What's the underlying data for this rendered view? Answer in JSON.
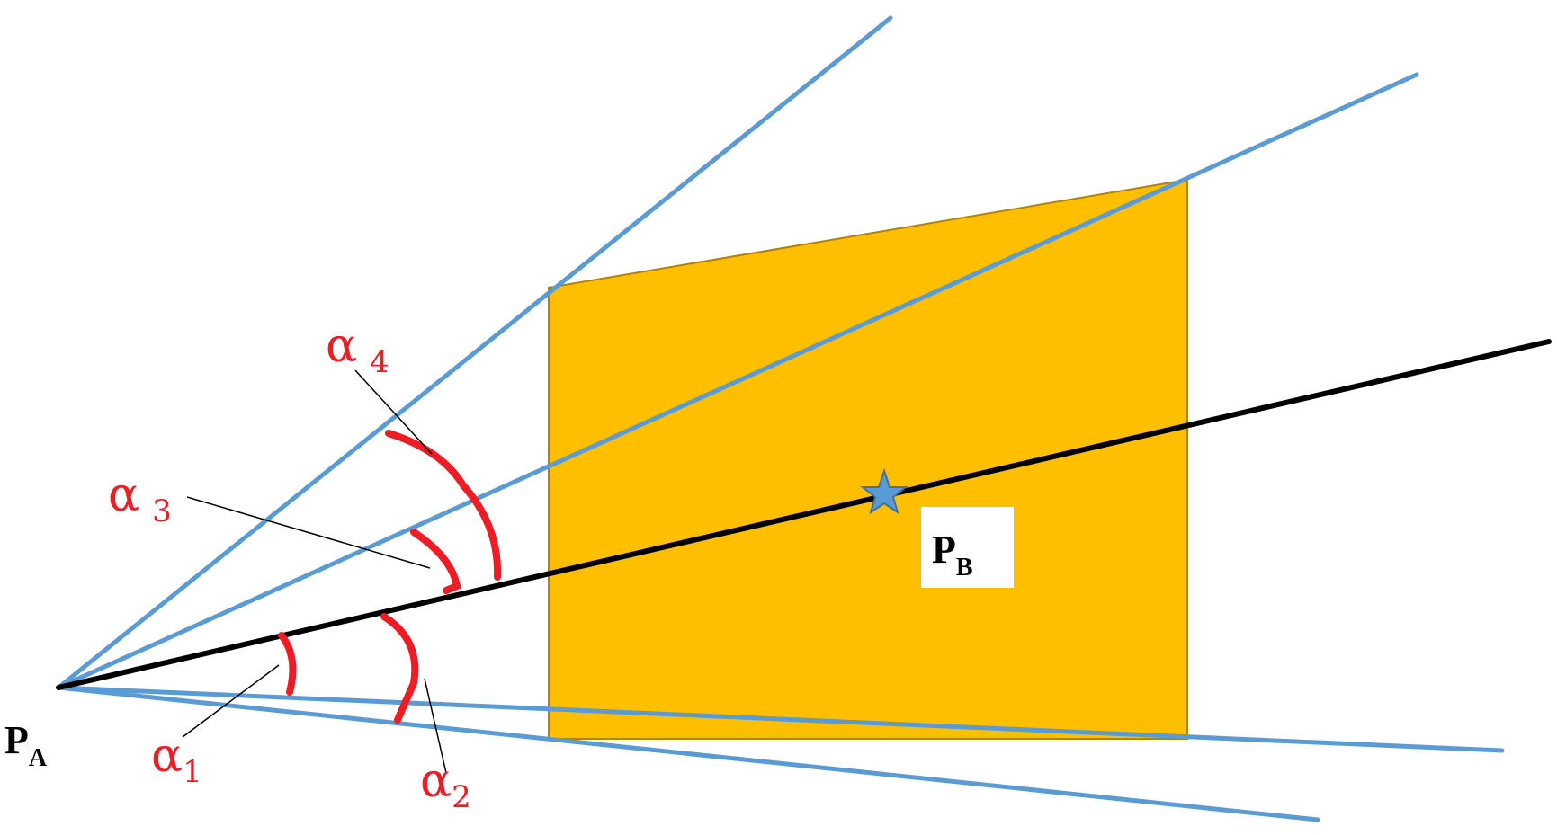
{
  "colors": {
    "background": "#ffffff",
    "polygon_fill": "#fdbf00",
    "polygon_stroke": "#b08300",
    "ray": "#5b9bd5",
    "main_line": "#000000",
    "angle_arc": "#ee1c24",
    "label_text": "#ee1c24",
    "point_label": "#000000",
    "star_fill": "#5b9bd5",
    "star_stroke": "#41719c",
    "pb_box": "#ffffff"
  },
  "labels": {
    "alpha_symbol": "α",
    "alpha1_sub": "1",
    "alpha2_sub": "2",
    "alpha3_sub": "3",
    "alpha4_sub": "4",
    "pa_main": "P",
    "pa_sub": "A",
    "pb_main": "P",
    "pb_sub": "B"
  },
  "icons": {
    "target_marker": "star-icon"
  }
}
